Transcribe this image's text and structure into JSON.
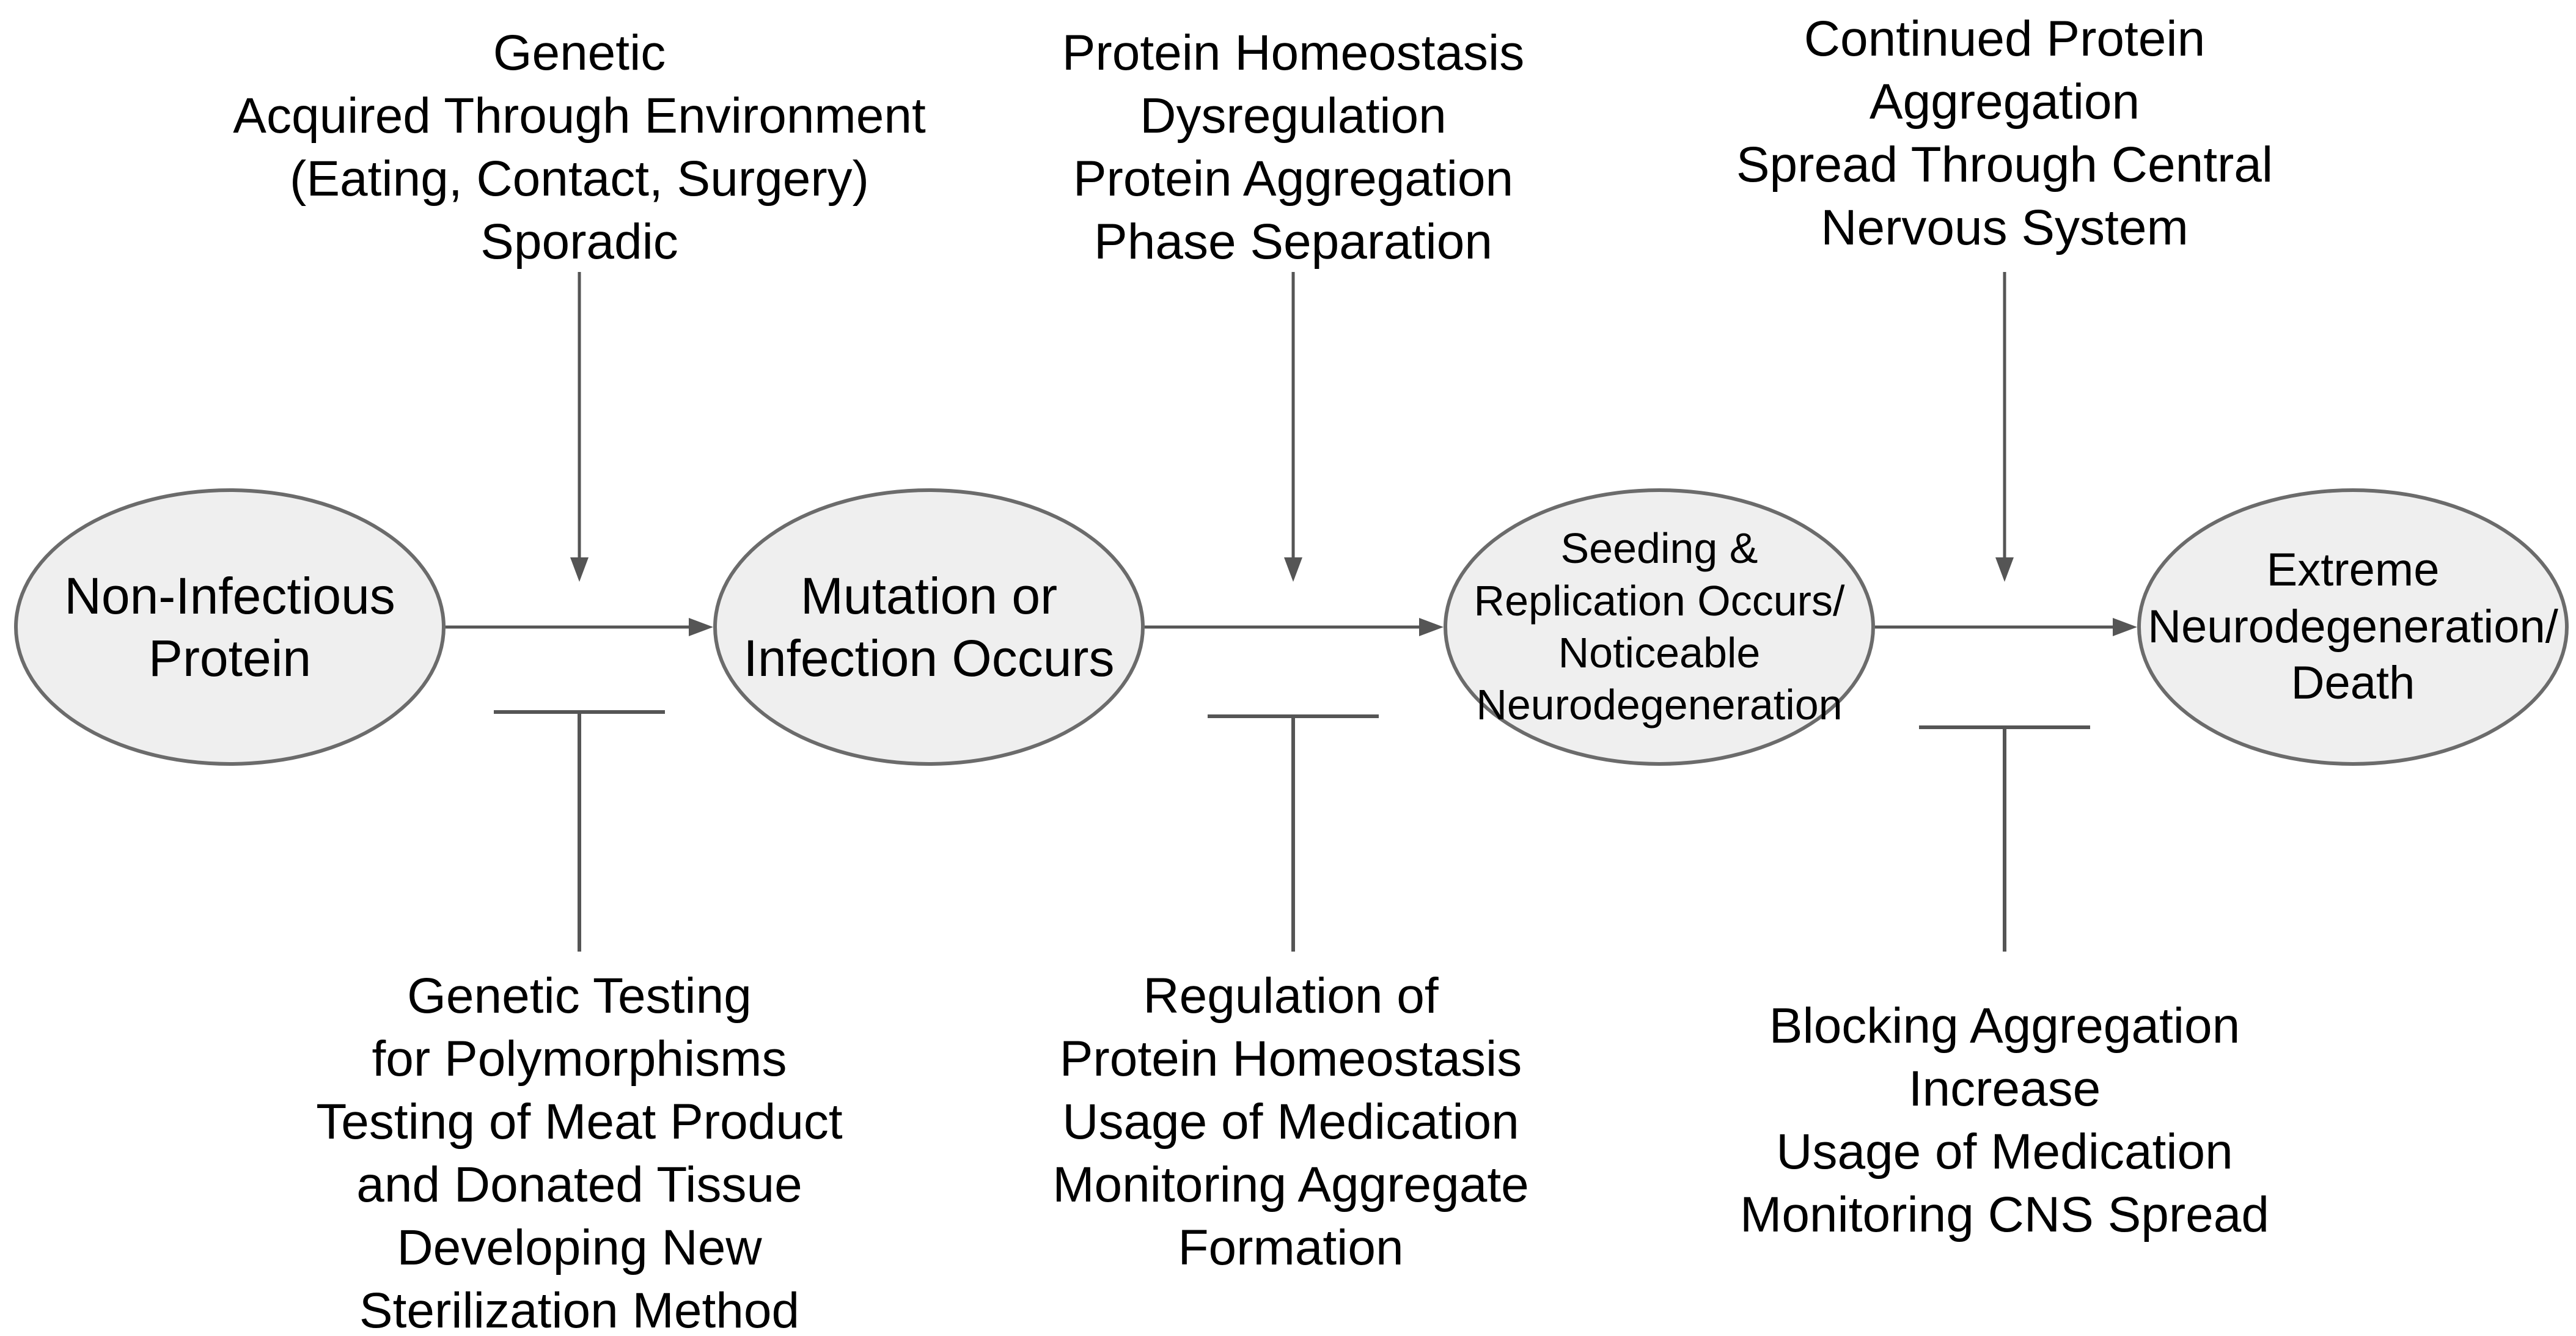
{
  "diagram": {
    "title": "prion-disease-progression-flow",
    "colors": {
      "background": "#ffffff",
      "line": "#555555",
      "node_fill": "#efefef",
      "node_border": "#6b6b6b",
      "text": "#000000"
    },
    "nodes": [
      {
        "id": "non-infectious-protein",
        "lines": [
          "Non-Infectious",
          "Protein"
        ]
      },
      {
        "id": "mutation-or-infection-occurs",
        "lines": [
          "Mutation or",
          "Infection Occurs"
        ]
      },
      {
        "id": "seeding-replication-neurodegeneration",
        "lines": [
          "Seeding &",
          "Replication Occurs/",
          "Noticeable",
          "Neurodegeneration"
        ]
      },
      {
        "id": "extreme-neurodegeneration-death",
        "lines": [
          "Extreme",
          "Neurodegeneration/",
          "Death"
        ]
      }
    ],
    "top_annotations": [
      {
        "id": "causes-of-mutation-infection",
        "lines": [
          "Genetic",
          "Acquired Through Environment",
          "(Eating, Contact, Surgery)",
          "Sporadic"
        ]
      },
      {
        "id": "causes-of-seeding-replication",
        "lines": [
          "Protein Homeostasis",
          "Dysregulation",
          "Protein Aggregation",
          "Phase Separation"
        ]
      },
      {
        "id": "causes-of-extreme-neurodegeneration",
        "lines": [
          "Continued Protein",
          "Aggregation",
          "Spread Through Central",
          "Nervous System"
        ]
      }
    ],
    "bottom_annotations": [
      {
        "id": "interventions-stage-1",
        "lines": [
          "Genetic Testing",
          "for Polymorphisms",
          "Testing of Meat Product",
          "and Donated Tissue",
          "Developing New",
          "Sterilization Method"
        ]
      },
      {
        "id": "interventions-stage-2",
        "lines": [
          "Regulation of",
          "Protein Homeostasis",
          "Usage of Medication",
          "Monitoring Aggregate",
          "Formation"
        ]
      },
      {
        "id": "interventions-stage-3",
        "lines": [
          "Blocking Aggregation",
          "Increase",
          "Usage of Medication",
          "Monitoring CNS Spread"
        ]
      }
    ]
  }
}
